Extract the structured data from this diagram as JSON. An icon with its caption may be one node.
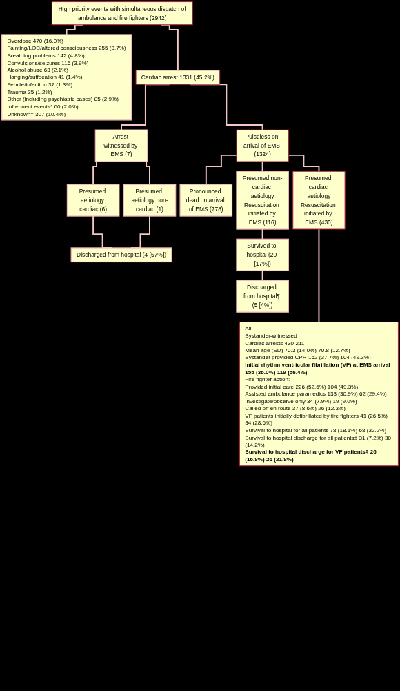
{
  "diagram": {
    "nodes": [
      {
        "text": [
          "High priority events with simultaneous dispatch of ambulance and fire fighters (2942)"
        ]
      },
      {
        "text": [
          "Overdose 470 (16.0%)",
          "Fainting/LOC/altered consciousness 255 (8.7%)",
          "Breathing problems 142 (4.8%)",
          "Convulsions/seizures 116 (3.9%)",
          "Alcohol abuse 63 (2.1%)",
          "Hanging/suffocation 41 (1.4%)",
          "Febrile/infection 37 (1.3%)",
          "Trauma 35 (1.2%)",
          "Other (including psychiatric cases) 85 (2.9%)",
          "Infrequent events* 60 (2.0%)",
          "Unknown† 307 (10.4%)"
        ]
      },
      {
        "text": [
          "Cardiac arrest 1331 (45.2%)"
        ]
      },
      {
        "text": [
          "Arrest witnessed by EMS (7)"
        ]
      },
      {
        "text": [
          "Pulseless on arrival of EMS (1324)"
        ]
      },
      {
        "text": [
          "Presumed aetiology cardiac (6)"
        ]
      },
      {
        "text": [
          "Presumed aetiology non-cardiac (1)"
        ]
      },
      {
        "text": [
          "Pronounced dead on arrival of EMS (778)"
        ]
      },
      {
        "text": [
          "Presumed non-cardiac aetiology",
          "Resuscitation initiated by EMS (116)"
        ]
      },
      {
        "text": [
          "Presumed cardiac aetiology",
          "Resuscitation initiated by EMS (430)"
        ]
      },
      {
        "text": [
          "Discharged from hospital (4 [57%])"
        ]
      },
      {
        "text": [
          "Survived to hospital (20 [17%])"
        ]
      },
      {
        "text": [
          "Discharged from hospital¶ (5 [4%])"
        ]
      },
      {
        "text": [
          "All",
          "Bystander-witnessed",
          "Cardiac arrests 430 211",
          "Mean age (SD) 70.3 (14.0%) 70.8 (12.7%)",
          "Bystander provided CPR 162 (37.7%) 104 (49.3%)",
          "Initial rhythm ventricular fibrillation (VF) at EMS arrival 155 (36.0%) 119 (56.4%)",
          "Fire fighter action:",
          "Provided initial care 226 (52.6%) 104 (49.3%)",
          "Assisted ambulance paramedics 133 (30.9%) 62 (29.4%)",
          "Investigate/observe only 34 (7.9%) 19 (9.0%)",
          "Called off en route 37 (8.6%) 26 (12.3%)",
          "VF patients initially defibrillated by fire fighters 41 (26.5%) 34 (28.6%)",
          "Survival to hospital for all patients 78 (18.1%) 68 (32.2%)",
          "Survival to hospital discharge for all patients‡ 31 (7.2%) 30 (14.2%)",
          "Survival to hospital discharge for VF patients§ 26 (16.8%) 26 (21.8%)"
        ]
      }
    ],
    "edges": [
      {
        "from": 0,
        "to": 1,
        "arrow": "none"
      },
      {
        "from": 0,
        "to": 2,
        "arrow": "none"
      },
      {
        "from": 2,
        "to": 3,
        "arrow": "none"
      },
      {
        "from": 2,
        "to": 4,
        "arrow": "none"
      },
      {
        "from": 3,
        "to": 5,
        "arrow": "none"
      },
      {
        "from": 3,
        "to": 6,
        "arrow": "none"
      },
      {
        "from": 4,
        "to": 7,
        "arrow": "none"
      },
      {
        "from": 4,
        "to": 8,
        "arrow": "none"
      },
      {
        "from": 4,
        "to": 9,
        "arrow": "none"
      },
      {
        "from": 5,
        "to": 10,
        "arrow": "none"
      },
      {
        "from": 6,
        "to": 10,
        "arrow": "none"
      },
      {
        "from": 8,
        "to": 11,
        "arrow": "none"
      },
      {
        "from": 11,
        "to": 12,
        "arrow": "none"
      },
      {
        "from": 9,
        "to": 13,
        "arrow": "none"
      }
    ]
  }
}
